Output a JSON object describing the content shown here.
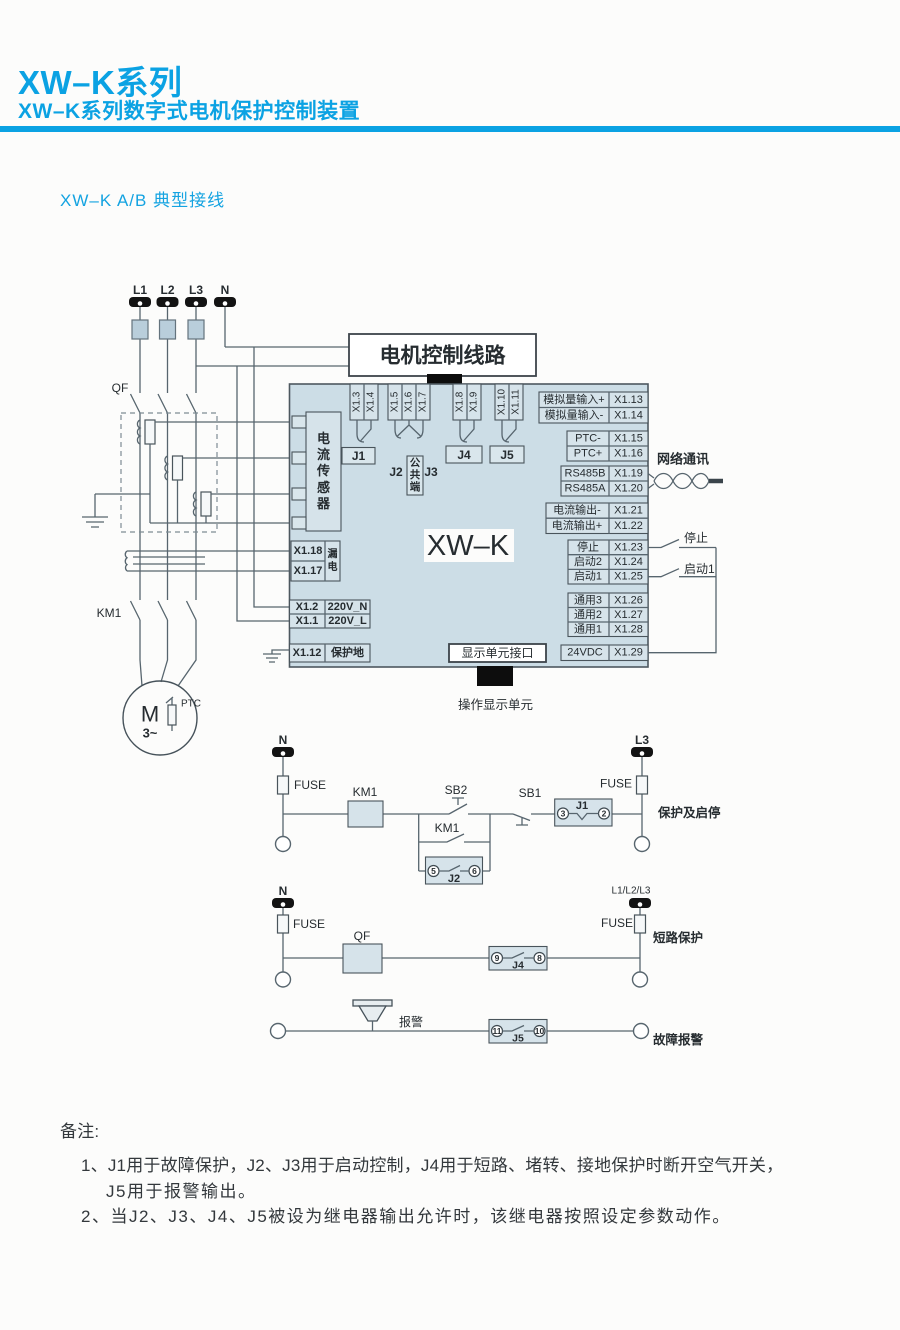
{
  "header": {
    "title": "XW–K系列",
    "subtitle": "XW–K系列数字式电机保护控制装置",
    "section": "XW–K A/B 典型接线"
  },
  "colors": {
    "accent": "#0ba2e3",
    "panel": "#ccdde6",
    "line": "#57656e",
    "ink": "#262c30"
  },
  "diagram": {
    "phase_terminals": [
      "L1",
      "L2",
      "L3",
      "N"
    ],
    "breaker": "QF",
    "contactor": "KM1",
    "motor": {
      "symbol": "M",
      "phases": "3~",
      "sensor": "PTC"
    },
    "control_box": "电机控制线路",
    "device": "XW–K",
    "ct_label": "电流传感器",
    "leakage_label": "漏电",
    "common_label": "公共端",
    "relay_labels": {
      "j1": "J1",
      "j2": "J2",
      "j3": "J3",
      "j4": "J4",
      "j5": "J5"
    },
    "top_terminals": [
      "X1.3",
      "X1.4",
      "X1.5",
      "X1.6",
      "X1.7",
      "X1.8",
      "X1.9",
      "X1.10",
      "X1.11"
    ],
    "left_rows": {
      "x18": "X1.18",
      "x17": "X1.17",
      "x2": "X1.2",
      "x2_label": "220V_N",
      "x1": "X1.1",
      "x1_label": "220V_L",
      "x12": "X1.12",
      "x12_label": "保护地"
    },
    "right_rows": [
      {
        "label": "模拟量输入+",
        "term": "X1.13"
      },
      {
        "label": "模拟量输入-",
        "term": "X1.14"
      },
      {
        "label": "PTC-",
        "term": "X1.15"
      },
      {
        "label": "PTC+",
        "term": "X1.16"
      },
      {
        "label": "RS485B",
        "term": "X1.19"
      },
      {
        "label": "RS485A",
        "term": "X1.20"
      },
      {
        "label": "电流输出-",
        "term": "X1.21"
      },
      {
        "label": "电流输出+",
        "term": "X1.22"
      },
      {
        "label": "停止",
        "term": "X1.23"
      },
      {
        "label": "启动2",
        "term": "X1.24"
      },
      {
        "label": "启动1",
        "term": "X1.25"
      },
      {
        "label": "通用3",
        "term": "X1.26"
      },
      {
        "label": "通用2",
        "term": "X1.27"
      },
      {
        "label": "通用1",
        "term": "X1.28"
      },
      {
        "label": "24VDC",
        "term": "X1.29"
      }
    ],
    "display_port": "显示单元接口",
    "display_unit": "操作显示单元",
    "network_label": "网络通讯",
    "ext_stop": "停止",
    "ext_start": "启动1"
  },
  "control_rows": {
    "fuse": "FUSE",
    "row1": {
      "left": "N",
      "right": "L3",
      "coil": "KM1",
      "stop_button": "SB2",
      "start_button": "SB1",
      "aux_contact": "KM1",
      "j1": "J1",
      "j1_a": "3",
      "j1_b": "2",
      "j2": "J2",
      "j2_a": "5",
      "j2_b": "6",
      "caption": "保护及启停"
    },
    "row2": {
      "left": "N",
      "right": "L1/L2/L3",
      "breaker": "QF",
      "j4": "J4",
      "j4_a": "9",
      "j4_b": "8",
      "caption": "短路保护"
    },
    "row3": {
      "alarm": "报警",
      "j5": "J5",
      "j5_a": "11",
      "j5_b": "10",
      "caption": "故障报警"
    }
  },
  "notes": {
    "title": "备注:",
    "item1_line1": "1、J1用于故障保护，J2、J3用于启动控制，J4用于短路、堵转、接地保护时断开空气开关，",
    "item1_line2": "J5用于报警输出。",
    "item2": "2、当J2、J3、J4、J5被设为继电器输出允许时，该继电器按照设定参数动作。"
  }
}
